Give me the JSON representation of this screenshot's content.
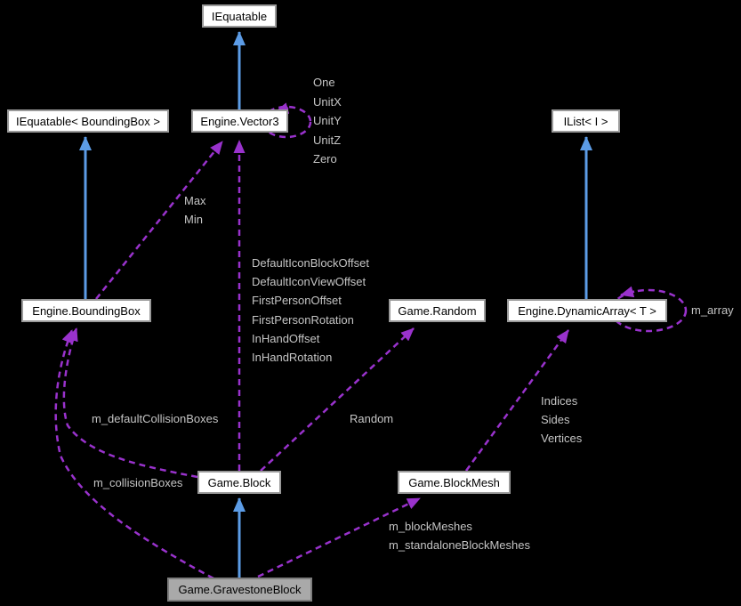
{
  "diagram": {
    "type": "doxygen-collaboration-graph",
    "colors": {
      "background": "#000000",
      "inheritance_edge": "#5c9ce6",
      "usage_edge": "#9932cc",
      "node_fill": "#ffffff",
      "node_border": "#9a9a9a",
      "main_node_fill": "#a9a9a9",
      "edge_label_text": "#c5c5c5",
      "node_text": "#000000"
    },
    "nodes": {
      "iequatable": {
        "label": "IEquatable"
      },
      "iequatable_boundingbox": {
        "label": "IEquatable< BoundingBox >"
      },
      "vector3": {
        "label": "Engine.Vector3"
      },
      "ilist": {
        "label": "IList< I >"
      },
      "boundingbox": {
        "label": "Engine.BoundingBox"
      },
      "random": {
        "label": "Game.Random"
      },
      "dynamicarray": {
        "label": "Engine.DynamicArray< T >"
      },
      "block": {
        "label": "Game.Block"
      },
      "blockmesh": {
        "label": "Game.BlockMesh"
      },
      "gravestoneblock": {
        "label": "Game.GravestoneBlock"
      }
    },
    "edge_labels": {
      "vector3_self": [
        "One",
        "UnitX",
        "UnitY",
        "UnitZ",
        "Zero"
      ],
      "boundingbox_to_vector3": [
        "Max",
        "Min"
      ],
      "block_to_vector3": [
        "DefaultIconBlockOffset",
        "DefaultIconViewOffset",
        "FirstPersonOffset",
        "FirstPersonRotation",
        "InHandOffset",
        "InHandRotation"
      ],
      "dynamicarray_self": [
        "m_array"
      ],
      "blockmesh_to_dynamicarray": [
        "Indices",
        "Sides",
        "Vertices"
      ],
      "block_to_random": [
        "Random"
      ],
      "block_to_boundingbox": [
        "m_defaultCollisionBoxes"
      ],
      "gravestoneblock_to_boundingbox": [
        "m_collisionBoxes"
      ],
      "gravestoneblock_to_blockmesh": [
        "m_blockMeshes",
        "m_standaloneBlockMeshes"
      ]
    }
  }
}
